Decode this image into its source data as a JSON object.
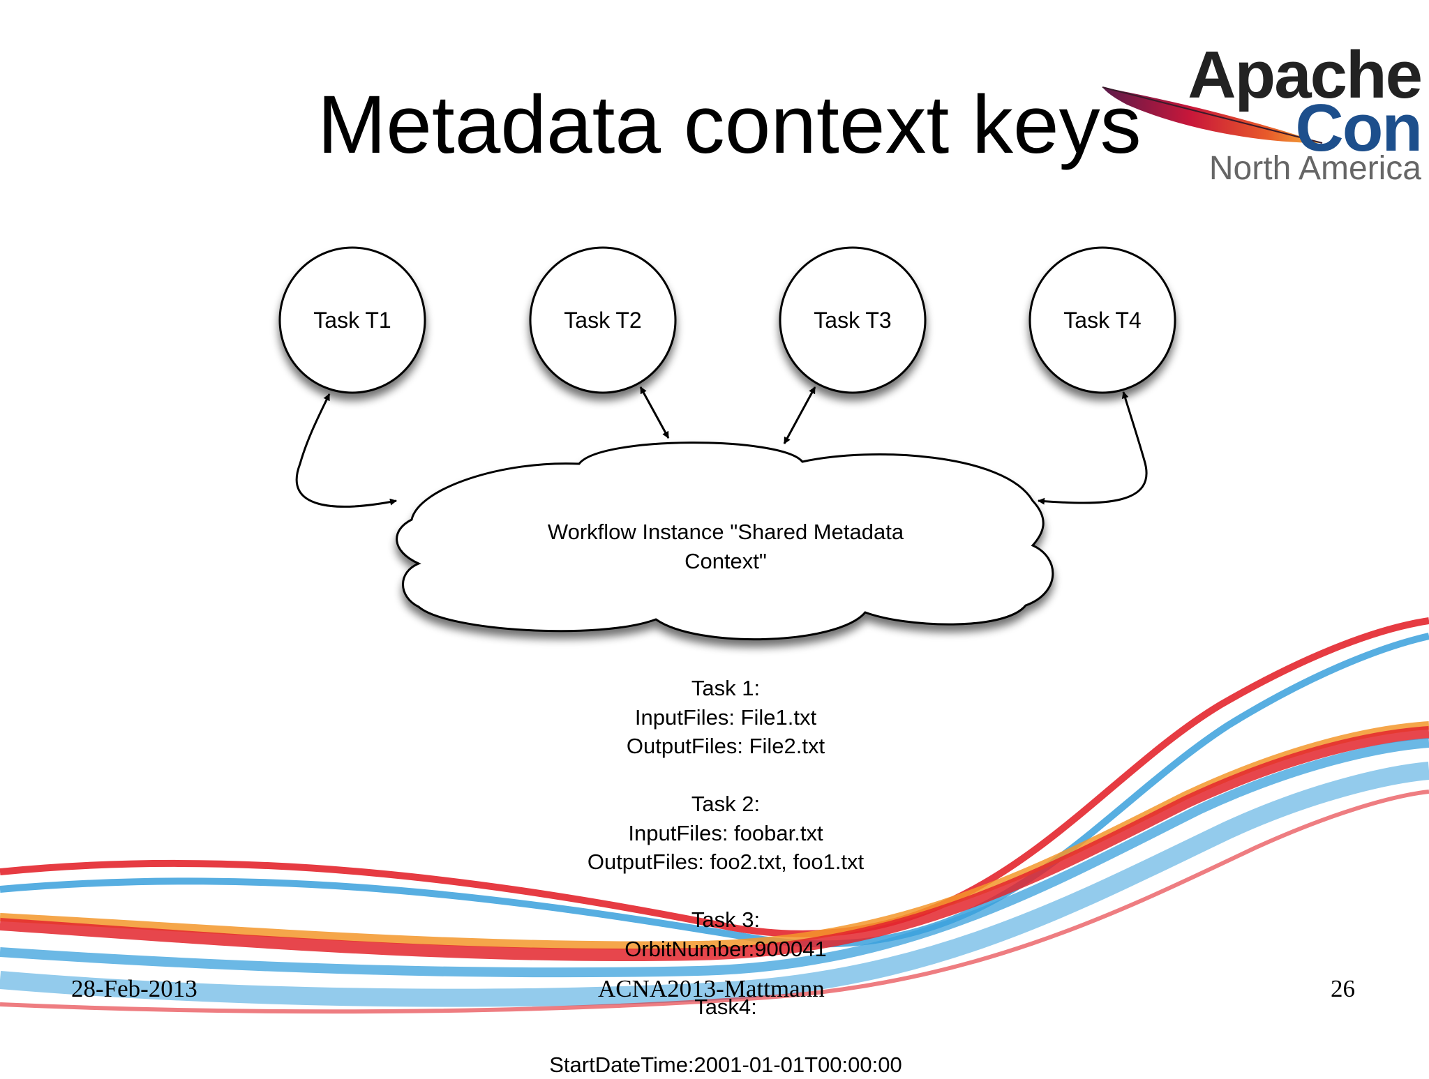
{
  "slide": {
    "title": "Metadata context keys"
  },
  "logo": {
    "line1": "Apache",
    "line2": "Con",
    "line3": "North America"
  },
  "diagram": {
    "tasks": [
      {
        "label": "Task T1"
      },
      {
        "label": "Task T2"
      },
      {
        "label": "Task T3"
      },
      {
        "label": "Task T4"
      }
    ],
    "cloud": {
      "line1": "Workflow Instance \"Shared Metadata",
      "line2": "Context\""
    }
  },
  "metadata_text": {
    "lines": [
      "Task 1:",
      "InputFiles: File1.txt",
      "OutputFiles: File2.txt",
      "",
      "Task 2:",
      "InputFiles: foobar.txt",
      "OutputFiles: foo2.txt, foo1.txt",
      "",
      "Task 3:",
      "OrbitNumber:900041",
      "",
      "Task4:",
      "",
      "StartDateTime:2001-01-01T00:00:00"
    ]
  },
  "footer": {
    "date": "28-Feb-2013",
    "center": "ACNA2013-Mattmann",
    "page": "26"
  },
  "colors": {
    "wave_red": "#e3262d",
    "wave_blue": "#3aa0dc",
    "wave_orange": "#f3962a",
    "logo_blue": "#1d4f8c"
  }
}
